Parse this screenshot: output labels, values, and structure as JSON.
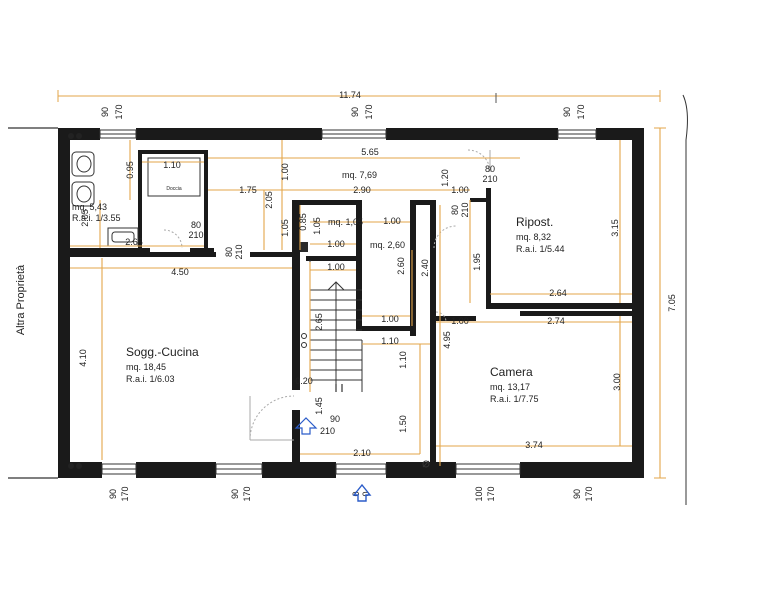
{
  "colors": {
    "wall": "#1a1a1a",
    "dimension": "#e3a64a",
    "text": "#222222",
    "door_accent": "#2b5cc9"
  },
  "overall": {
    "width": "11.74",
    "depth": "7.05"
  },
  "side_label": "Altra Proprietà",
  "rooms": {
    "bath": {
      "area": "mq. 5,43",
      "rai": "R.a.i. 1/3.55",
      "shower": "Doccia"
    },
    "corridor": {
      "area": "mq. 7,69"
    },
    "storage_small": {
      "area": "mq. 1,05"
    },
    "storage_mid": {
      "area": "mq. 2,60"
    },
    "ripost": {
      "name": "Ripost.",
      "area": "mq. 8,32",
      "rai": "R.a.i. 1/5.44"
    },
    "living": {
      "name": "Sogg.-Cucina",
      "area": "mq. 18,45",
      "rai": "R.a.i. 1/6.03"
    },
    "camera": {
      "name": "Camera",
      "area": "mq. 13,17",
      "rai": "R.a.i. 1/7.75"
    }
  },
  "windows": {
    "top": [
      {
        "w": "90",
        "h": "170"
      },
      {
        "w": "90",
        "h": "170"
      },
      {
        "w": "90",
        "h": "170"
      }
    ],
    "bottom": [
      {
        "w": "90",
        "h": "170"
      },
      {
        "w": "90",
        "h": "170"
      },
      {
        "w": "0",
        "h": "0"
      },
      {
        "w": "100",
        "h": "170"
      },
      {
        "w": "90",
        "h": "170"
      }
    ]
  },
  "doors": {
    "bath": {
      "w": "80",
      "h": "210"
    },
    "ripost": {
      "w": "80",
      "h": "210"
    },
    "storage": {
      "w": "80",
      "h": "210"
    },
    "living": {
      "w": "80",
      "h": "210"
    },
    "entrance": {
      "w": "90",
      "h": "210"
    }
  },
  "dims": {
    "d_565": "5.65",
    "d_110": "1.10",
    "d_095": "0.95",
    "d_205a": "2.05",
    "d_175": "1.75",
    "d_290": "2.90",
    "d_100a": "1.00",
    "d_205b": "2.05",
    "d_105a": "1.05",
    "d_105b": "1.05",
    "d_085": "0.85",
    "d_100b": "1.00",
    "d_100c": "1.00",
    "d_260v": "2.60",
    "d_240": "2.40",
    "d_100d": "1.00",
    "d_100e": "1.00",
    "d_120": "1.20",
    "d_100f": "1.00",
    "d_195": "1.95",
    "d_315": "3.15",
    "d_264": "2.64",
    "d_100g": "1.00",
    "d_274": "2.74",
    "d_495": "4.95",
    "d_300": "3.00",
    "d_374": "3.74",
    "d_265h": "2.65",
    "d_450": "4.50",
    "d_410": "4.10",
    "d_265v": "2.65",
    "d_110v": "1.10",
    "d_020": "0.20",
    "d_145": "1.45",
    "d_150": "1.50",
    "d_210": "2.10"
  }
}
